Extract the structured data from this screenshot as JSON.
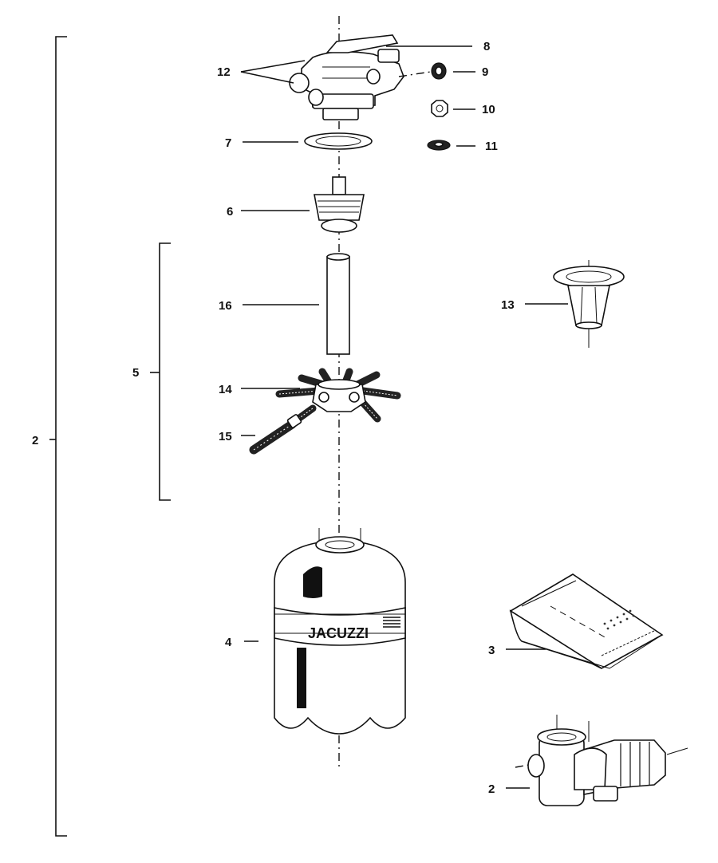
{
  "brand": {
    "tank_text": "JACUZZI"
  },
  "labels": {
    "l8": "8",
    "l12": "12",
    "l9": "9",
    "l10": "10",
    "l11": "11",
    "l7": "7",
    "l6": "6",
    "l16": "16",
    "l13": "13",
    "l5": "5",
    "l14": "14",
    "l15": "15",
    "l2a": "2",
    "l4": "4",
    "l3": "3",
    "l2b": "2"
  },
  "parts": [
    {
      "id": "8",
      "name": "valve-handle"
    },
    {
      "id": "12",
      "name": "multiport-valve"
    },
    {
      "id": "9",
      "name": "pressure-gauge-fitting"
    },
    {
      "id": "10",
      "name": "nut"
    },
    {
      "id": "11",
      "name": "washer"
    },
    {
      "id": "7",
      "name": "o-ring-gasket"
    },
    {
      "id": "6",
      "name": "top-strainer-diffuser"
    },
    {
      "id": "16",
      "name": "center-pipe"
    },
    {
      "id": "13",
      "name": "strainer-basket"
    },
    {
      "id": "5",
      "name": "internal-assembly"
    },
    {
      "id": "14",
      "name": "lateral-hub"
    },
    {
      "id": "15",
      "name": "lateral"
    },
    {
      "id": "4",
      "name": "filter-tank"
    },
    {
      "id": "3",
      "name": "filter-sand-bag"
    },
    {
      "id": "2",
      "name": "pump"
    }
  ]
}
